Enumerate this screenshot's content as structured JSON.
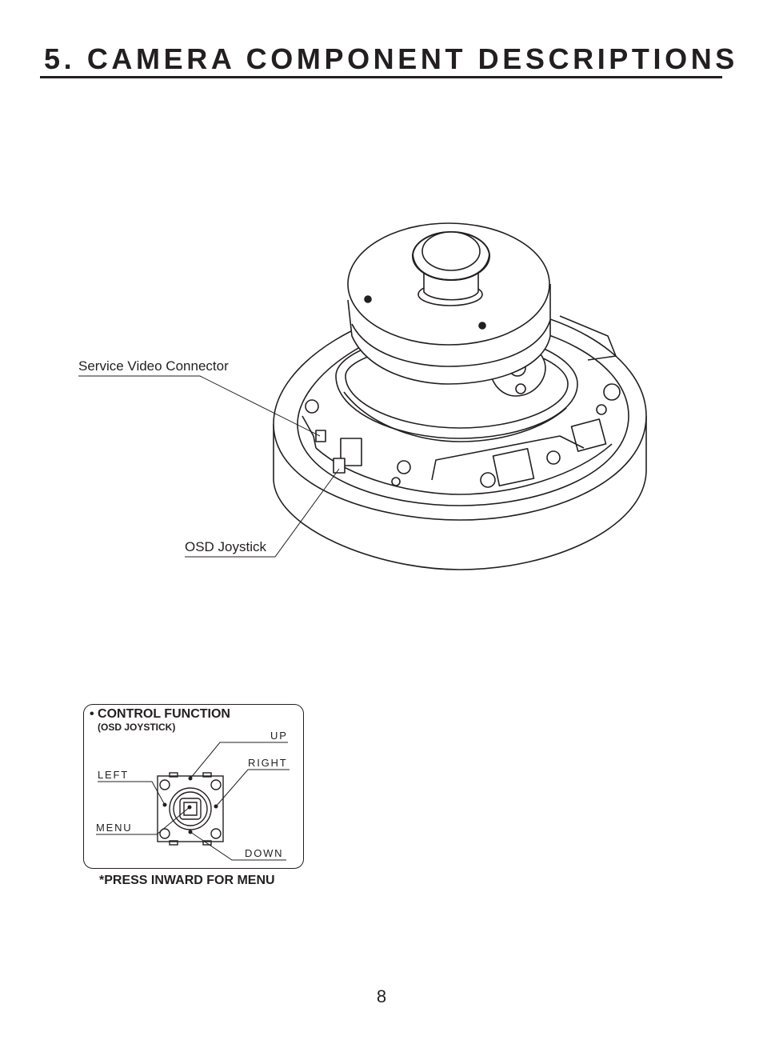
{
  "page": {
    "title": "5. CAMERA COMPONENT DESCRIPTIONS",
    "page_number": "8"
  },
  "callouts": {
    "service_video_connector": "Service Video Connector",
    "osd_joystick": "OSD Joystick"
  },
  "control_box": {
    "title": "• CONTROL FUNCTION",
    "subtitle": "(OSD JOYSTICK)",
    "up": "UP",
    "right": "RIGHT",
    "left": "LEFT",
    "menu": "MENU",
    "down": "DOWN",
    "note": "*PRESS INWARD FOR MENU"
  }
}
